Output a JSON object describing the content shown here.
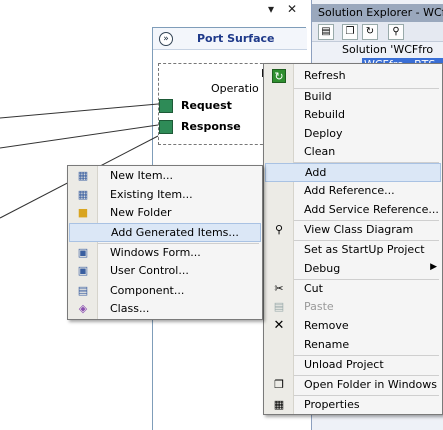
{
  "canvas": {
    "dropdown_glyph": "▾",
    "close_glyph": "✕",
    "port_surface": {
      "chevron": "»",
      "title": "Port Surface"
    },
    "operations": {
      "title": "Operatio",
      "title_partial": "P",
      "ports": [
        {
          "label": "Request"
        },
        {
          "label": "Response"
        }
      ]
    }
  },
  "solution_explorer": {
    "title": "Solution Explorer - WCf",
    "row1": "Solution 'WCFfro",
    "row2": "WCFfro...BTS"
  },
  "context_menu": {
    "items": [
      {
        "label": "Refresh",
        "icon": "refresh-icon"
      },
      {
        "label": "Build"
      },
      {
        "label": "Rebuild"
      },
      {
        "label": "Deploy"
      },
      {
        "label": "Clean"
      },
      {
        "label": "Add",
        "highlight": true,
        "submenu": true
      },
      {
        "label": "Add Reference..."
      },
      {
        "label": "Add Service Reference..."
      },
      {
        "label": "View Class Diagram",
        "icon": "class-diagram-icon"
      },
      {
        "label": "Set as StartUp Project"
      },
      {
        "label": "Debug"
      },
      {
        "label": "Cut",
        "icon": "scissors-icon"
      },
      {
        "label": "Paste",
        "icon": "paste-icon",
        "disabled": true
      },
      {
        "label": "Remove",
        "icon": "remove-icon"
      },
      {
        "label": "Rename"
      },
      {
        "label": "Unload Project"
      },
      {
        "label": "Open Folder in Windows",
        "icon": "open-folder-icon"
      },
      {
        "label": "Properties",
        "icon": "properties-icon"
      }
    ]
  },
  "add_submenu": {
    "items": [
      {
        "label": "New Item...",
        "icon": "new-item-icon"
      },
      {
        "label": "Existing Item...",
        "icon": "existing-item-icon"
      },
      {
        "label": "New Folder",
        "icon": "folder-icon"
      },
      {
        "label": "Add Generated Items...",
        "highlight": true
      },
      {
        "label": "Windows Form...",
        "icon": "windows-form-icon"
      },
      {
        "label": "User Control...",
        "icon": "user-control-icon"
      },
      {
        "label": "Component...",
        "icon": "component-icon"
      },
      {
        "label": "Class...",
        "icon": "class-icon"
      }
    ]
  },
  "colors": {
    "menu_highlight": "#dbe7f6",
    "port_green": "#2e8b57",
    "selection_blue": "#3a6fd6",
    "port_title_blue": "#1f3a8a"
  }
}
